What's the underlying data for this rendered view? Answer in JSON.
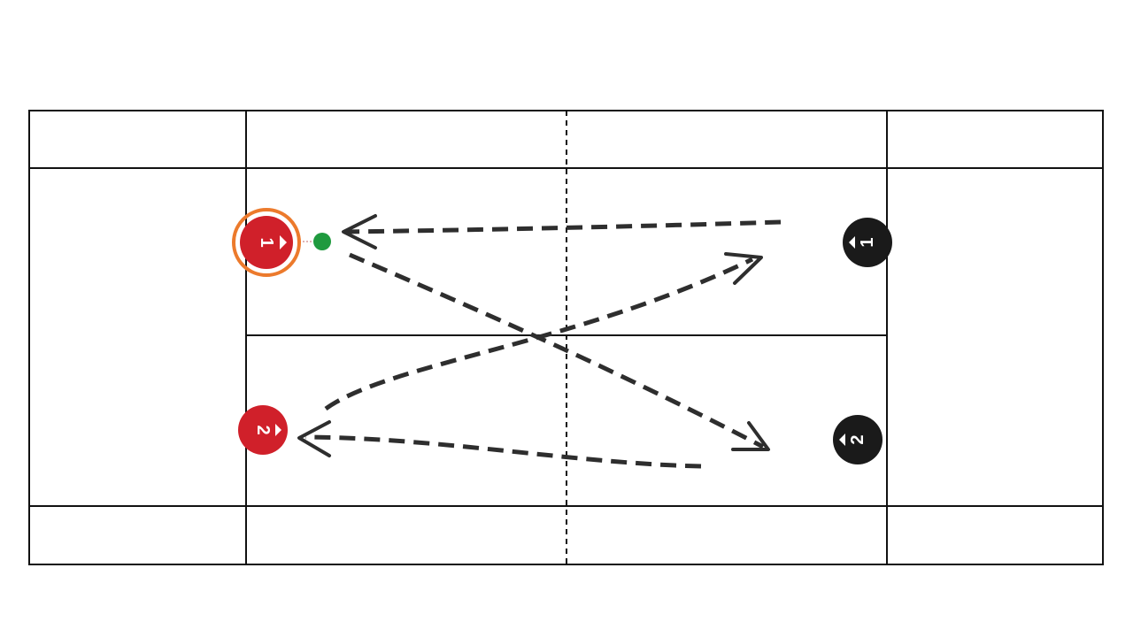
{
  "colors": {
    "team_a": "#d0202a",
    "team_b": "#1a1a1a",
    "selection_ring": "#ec7a2c",
    "shuttle": "#1f9a3e",
    "court_lines": "#111111",
    "shot_path": "#2e2e2e"
  },
  "players": {
    "team_a": [
      {
        "label": "1",
        "selected": true
      },
      {
        "label": "2",
        "selected": false
      }
    ],
    "team_b": [
      {
        "label": "1",
        "selected": false
      },
      {
        "label": "2",
        "selected": false
      }
    ]
  },
  "shuttle": {
    "icon": "shuttle-dot-icon"
  },
  "shots": [
    {
      "from": "team-b-1",
      "to": "team-a-1",
      "style": "dashed",
      "head": "arrow"
    },
    {
      "from": "team-a-1",
      "to": "team-b-2",
      "style": "dashed",
      "head": "arrow"
    },
    {
      "from": "team-b-2",
      "to": "team-a-2",
      "style": "dashed",
      "head": "arrow"
    },
    {
      "from": "team-a-2",
      "to": "team-b-1",
      "style": "dashed",
      "head": "arrow"
    }
  ]
}
